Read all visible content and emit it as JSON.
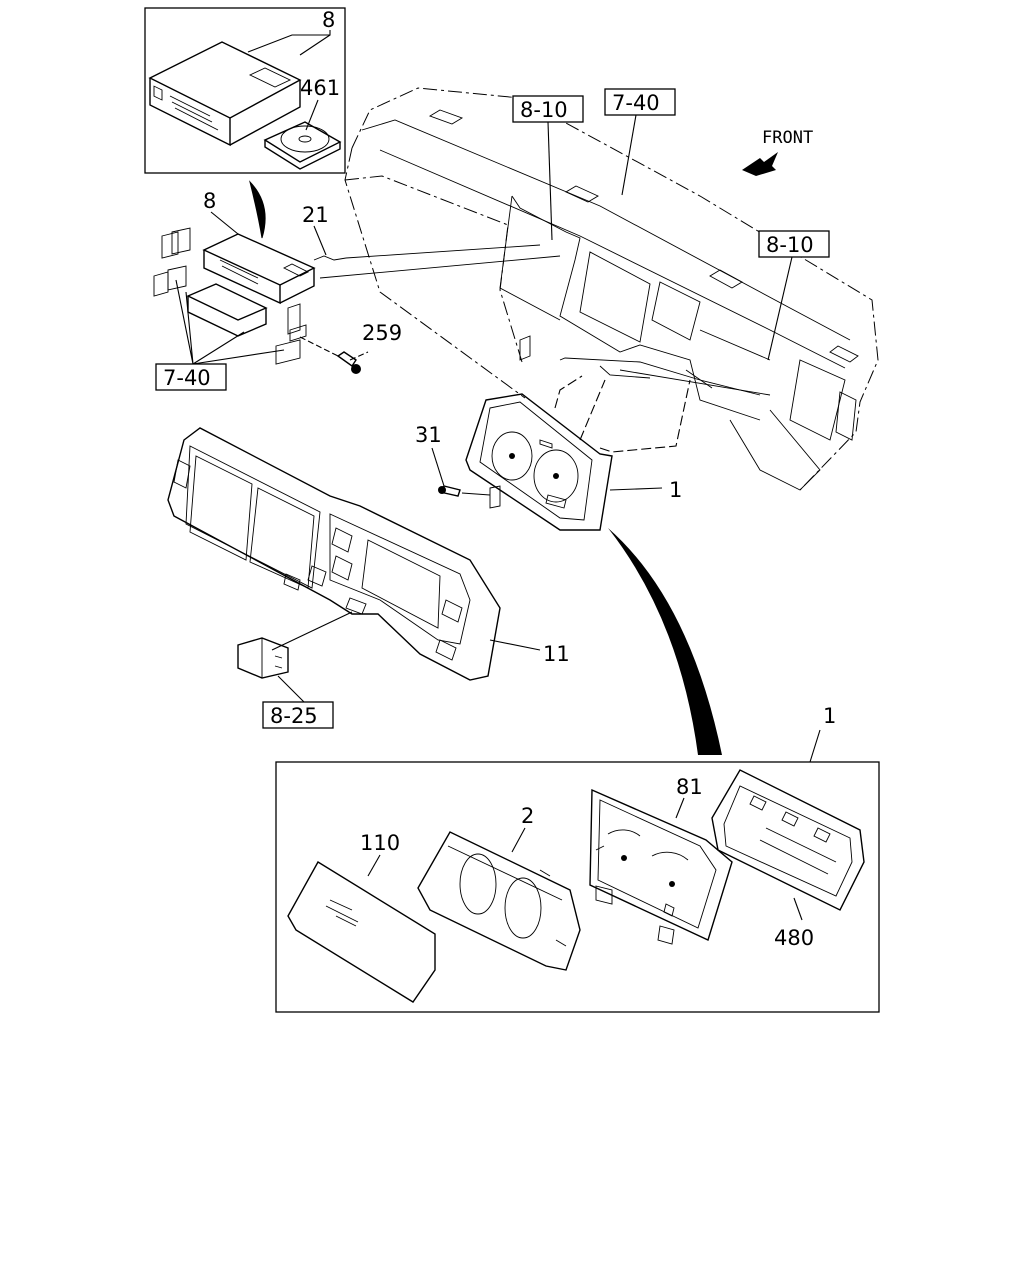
{
  "diagram": {
    "front_label": "FRONT",
    "callouts": {
      "c8_top": "8",
      "c461": "461",
      "c8_mid": "8",
      "c21": "21",
      "c259": "259",
      "c31": "31",
      "c1_cluster": "1",
      "c11": "11",
      "c1_detail": "1",
      "c110": "110",
      "c2": "2",
      "c81": "81",
      "c480": "480"
    },
    "refs": {
      "r810_top": "8-10",
      "r740_top": "7-40",
      "r810_right": "8-10",
      "r740_left": "7-40",
      "r825": "8-25"
    }
  }
}
